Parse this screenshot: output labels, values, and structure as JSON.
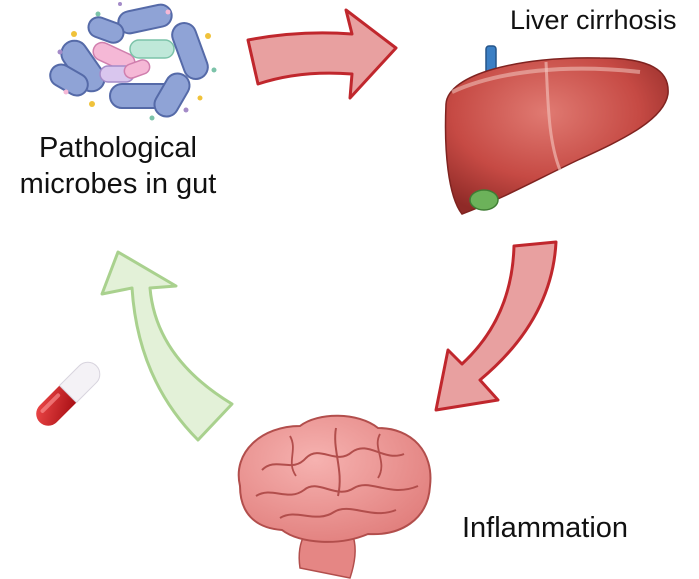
{
  "labels": {
    "microbes_line1": "Pathological",
    "microbes_line2": "microbes in gut",
    "liver": "Liver cirrhosis",
    "inflammation": "Inflammation"
  },
  "colors": {
    "arrow_red_fill": "#e8a0a0",
    "arrow_red_stroke": "#c0272d",
    "arrow_green_fill": "#e3f1d8",
    "arrow_green_stroke": "#a9d18e",
    "liver": "#c9524d",
    "brain": "#eb8f8d",
    "pill_red": "#d7191f",
    "microbe_blue": "#8fa3d6"
  },
  "icons": [
    "microbes-icon",
    "liver-icon",
    "brain-icon",
    "pill-icon"
  ]
}
